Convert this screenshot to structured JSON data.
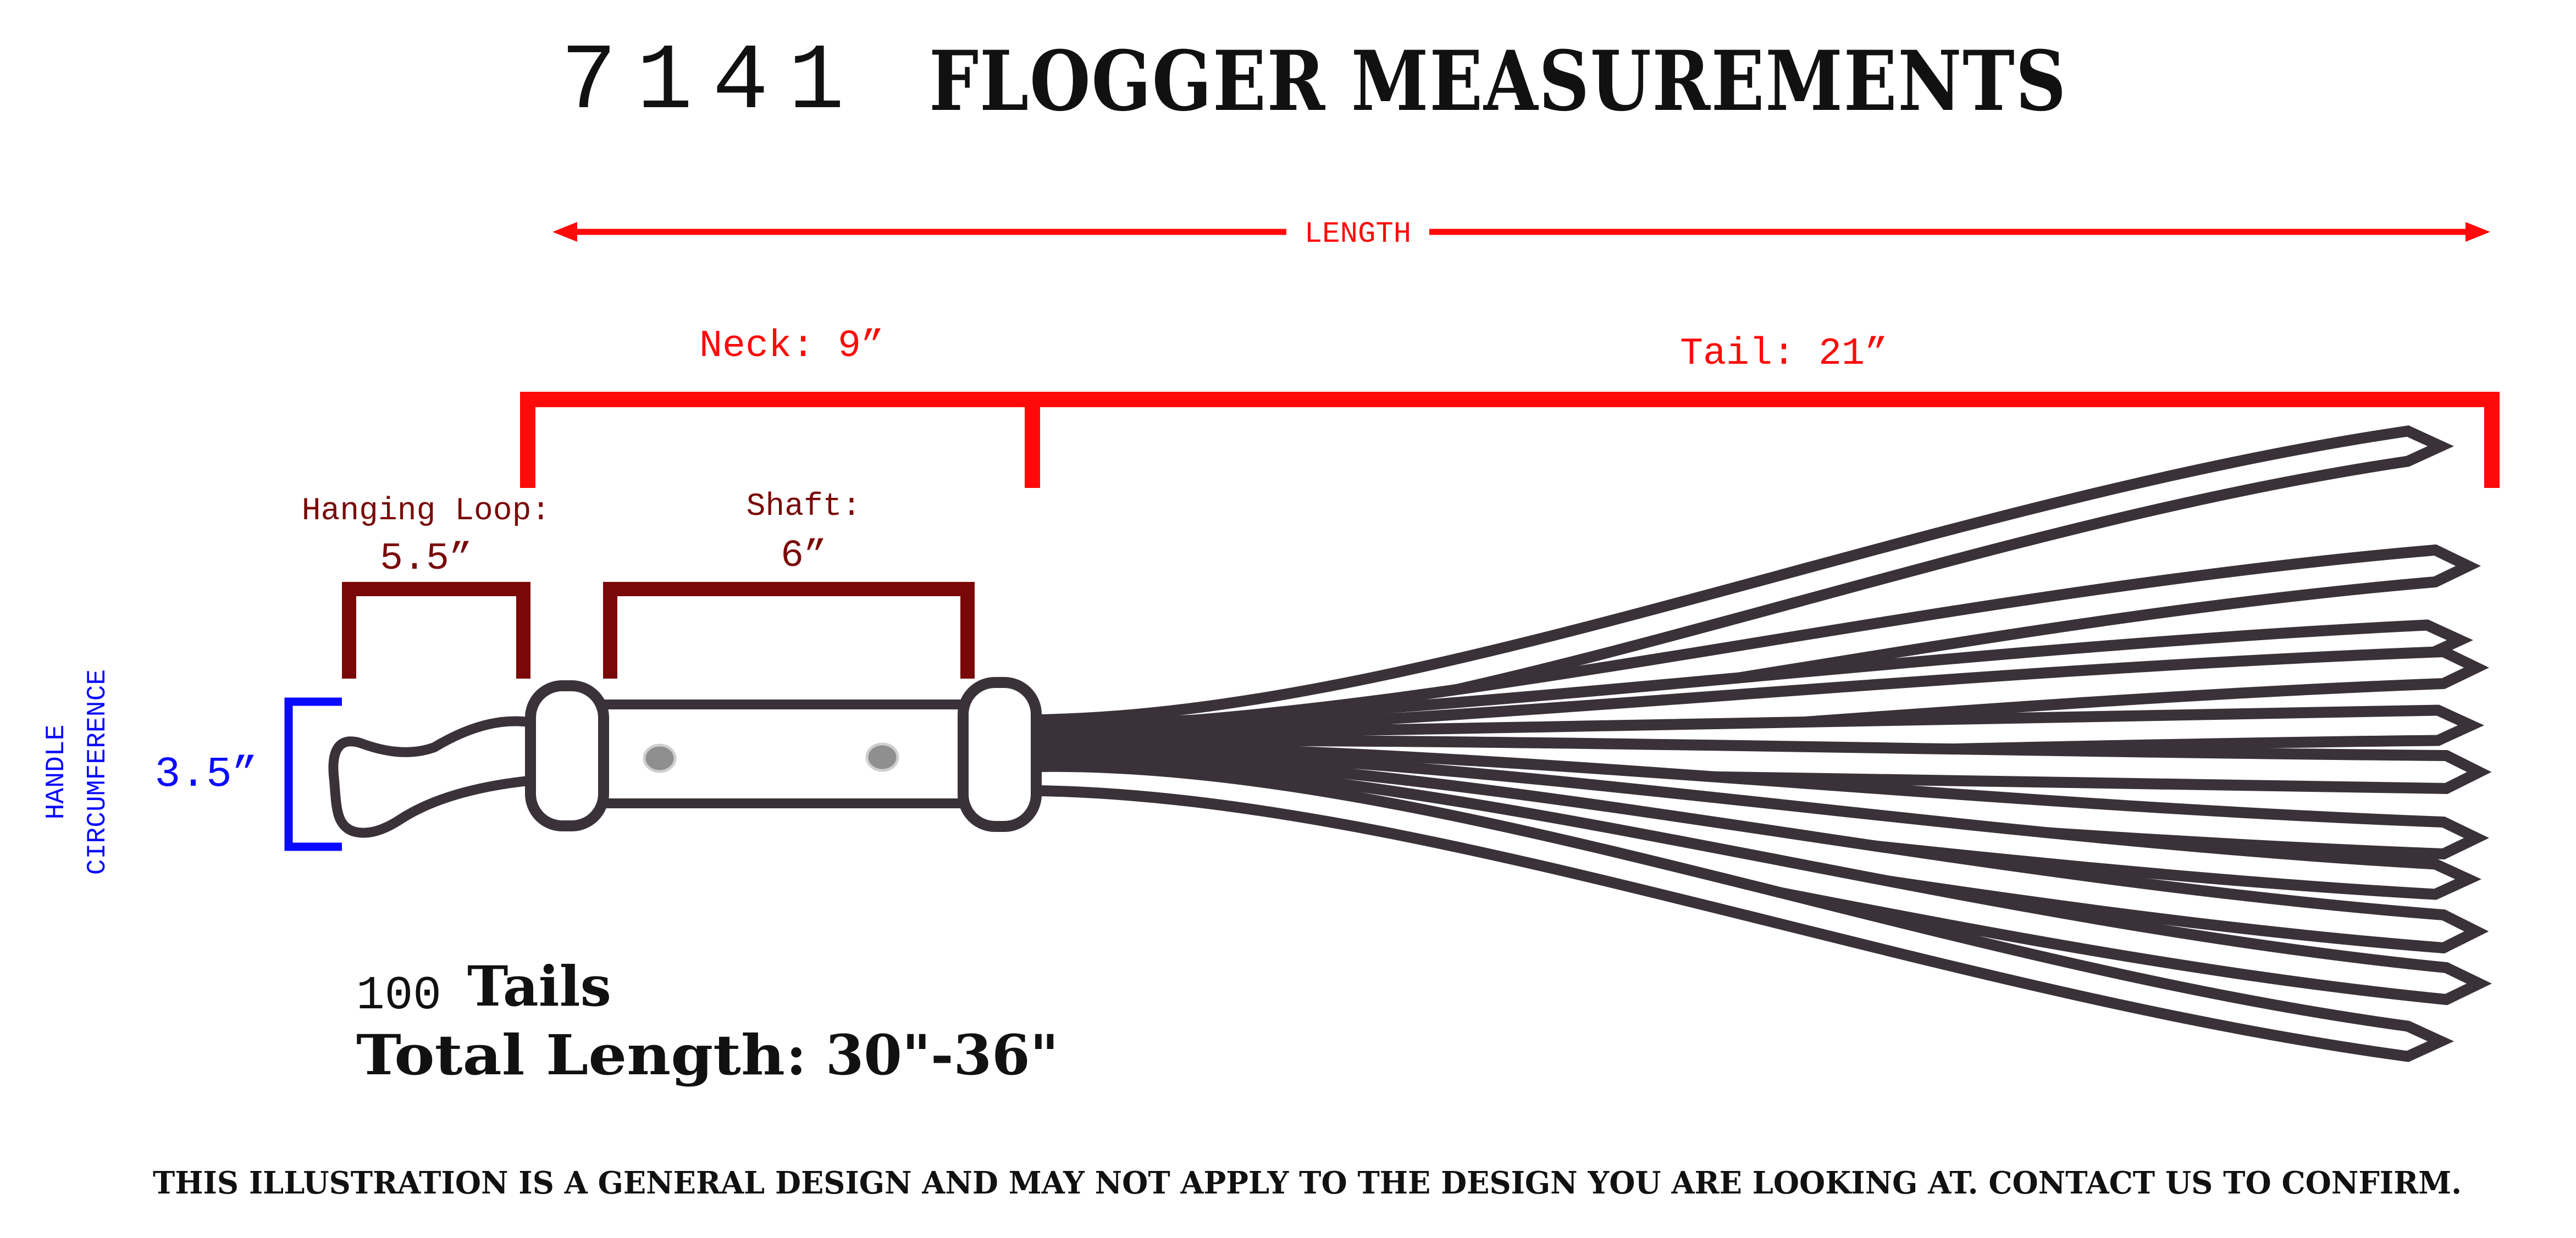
{
  "title": {
    "model_number": "7141",
    "text": "FLOGGER MEASUREMENTS"
  },
  "labels": {
    "length": "LENGTH",
    "neck": "Neck: 9”",
    "tail": "Tail: 21”",
    "hanging_loop_title": "Hanging Loop:",
    "hanging_loop_value": "5.5”",
    "shaft_title": "Shaft:",
    "shaft_value": "6”",
    "handle_circumference_line1": "HANDLE",
    "handle_circumference_line2": "CIRCUMFERENCE",
    "handle_circumference_value": "3.5”"
  },
  "specs": {
    "tails_count": "100",
    "tails_label": "Tails",
    "total_length_label": "Total Length",
    "total_length_value": ": 30\"-36\""
  },
  "disclaimer": "THIS ILLUSTRATION IS A GENERAL DESIGN AND MAY NOT APPLY TO THE DESIGN YOU ARE LOOKING AT. CONTACT US TO CONFIRM.",
  "colors": {
    "bright_red": "#ff0a0a",
    "dark_red": "#7a0808",
    "blue": "#0a0aff",
    "outline": "#3a3238",
    "text": "#111111"
  }
}
